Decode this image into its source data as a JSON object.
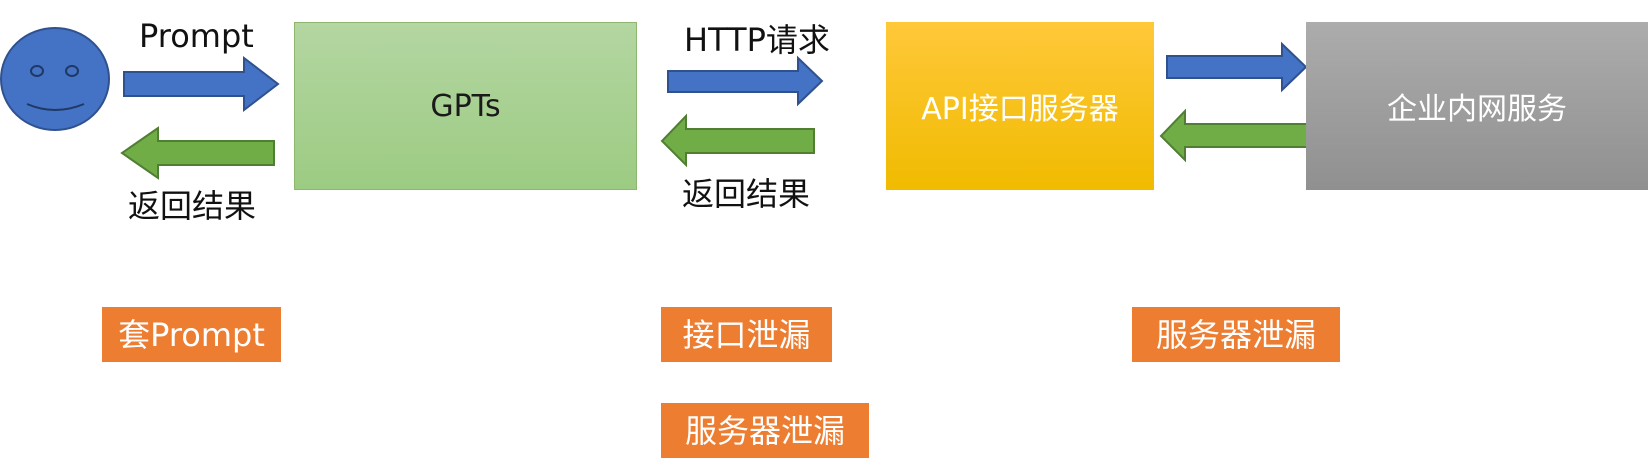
{
  "actors": {
    "user": {
      "icon": "smiley-face-icon"
    },
    "gpts": {
      "label": "GPTs"
    },
    "api_server": {
      "label": "API接口服务器"
    },
    "intranet": {
      "label": "企业内网服务"
    }
  },
  "flow_labels": {
    "prompt": "Prompt",
    "return_left": "返回结果",
    "http_request": "HTTP请求",
    "return_middle": "返回结果"
  },
  "risk_tags": [
    {
      "text": "套Prompt"
    },
    {
      "text": "接口泄漏"
    },
    {
      "text": "服务器泄漏"
    },
    {
      "text": "服务器泄漏"
    }
  ],
  "colors": {
    "request_arrow": "#4472c4",
    "response_arrow": "#70ad47",
    "risk_tag": "#ed7d31",
    "gpts_box": "#a9d18e",
    "api_box": "#ffc000",
    "intranet_box": "#a5a5a5",
    "face": "#4472c4"
  }
}
